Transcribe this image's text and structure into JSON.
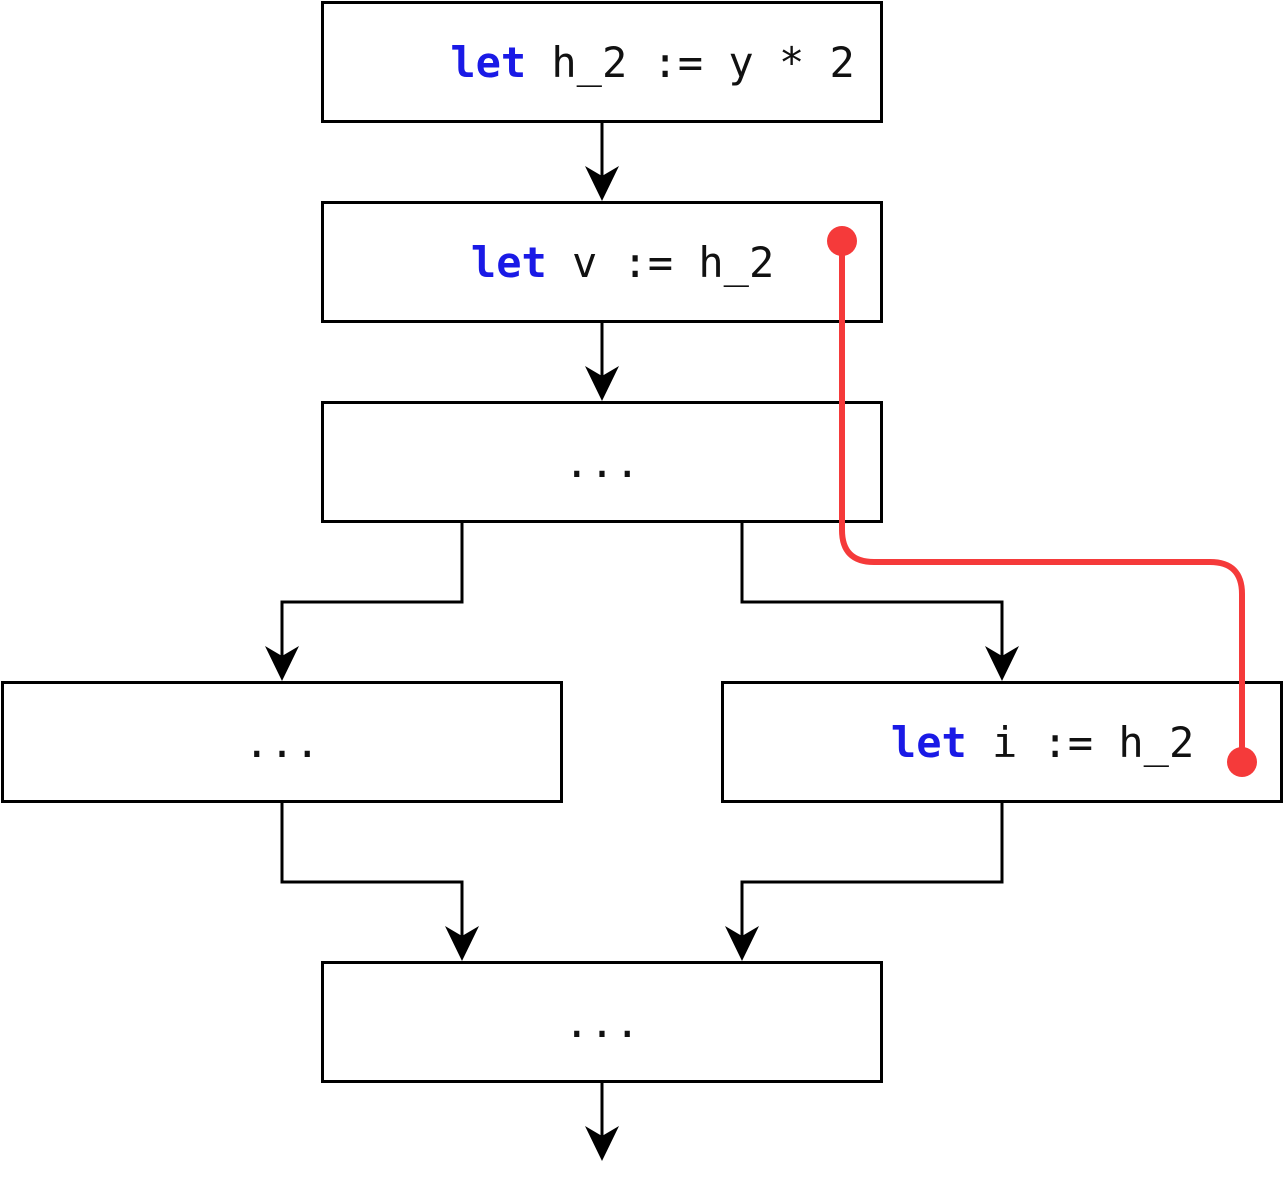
{
  "nodes": {
    "n1": {
      "keyword": "let",
      "code": "h_2 := y * 2"
    },
    "n2": {
      "keyword": "let",
      "code": "v := h_2"
    },
    "n3": {
      "text": "..."
    },
    "n4": {
      "text": "..."
    },
    "n5": {
      "keyword": "let",
      "code": "i := h_2"
    },
    "n6": {
      "text": "..."
    }
  },
  "colors": {
    "keyword": "#1a1ae6",
    "edge": "#000000",
    "highlight": "#f53a3a"
  }
}
